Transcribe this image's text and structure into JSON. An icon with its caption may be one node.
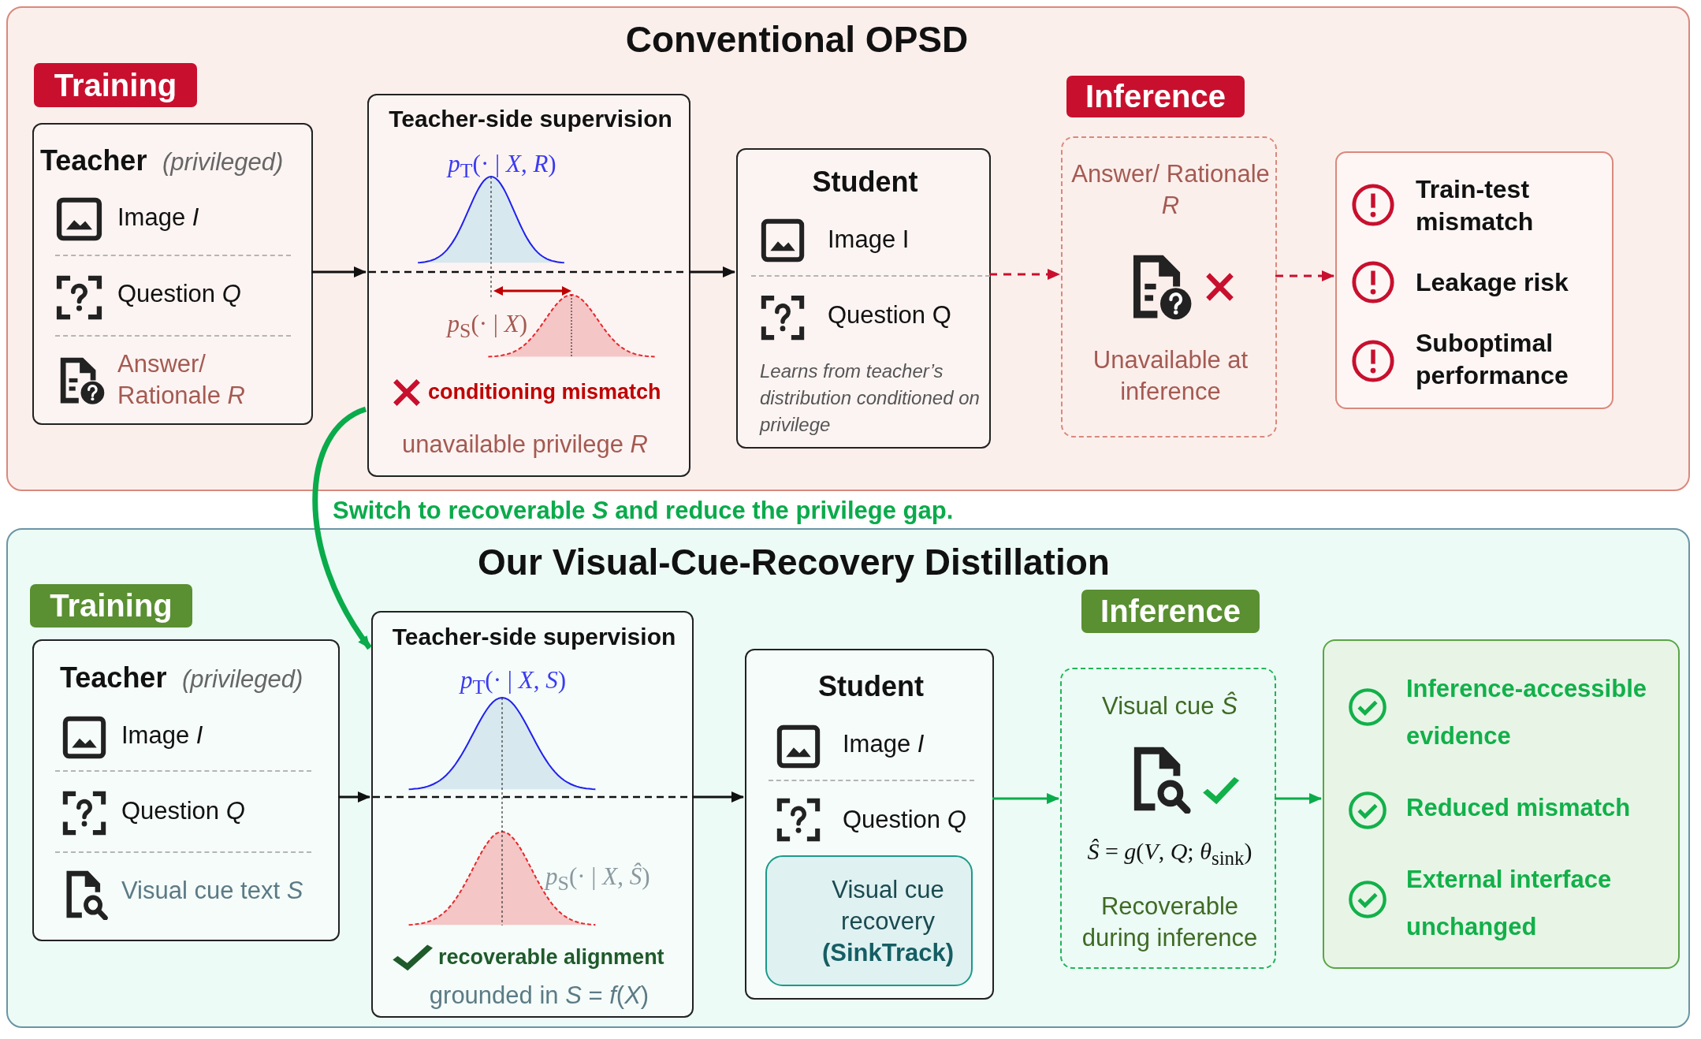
{
  "diagram": {
    "nodes": [
      {
        "text": [
          "Conventional OPSD"
        ]
      },
      {
        "text": [
          "Training"
        ],
        "in": 0
      },
      {
        "text": [
          "Teacher",
          "(privileged)",
          "Image *I*",
          "Question *Q*",
          "Answer/ Rationale *R*"
        ],
        "in": 0
      },
      {
        "text": [
          "Teacher-side supervision",
          "*p*$_{T}$(· | *X*, *R*)",
          "*p*$_{S}$(· | *X*)",
          "conditioning mismatch",
          "unavailable privilege *R*"
        ],
        "in": 0
      },
      {
        "text": [
          "Student",
          "Image I",
          "Question Q",
          "Learns from teacher’s distribution conditioned on privilege"
        ],
        "in": 0
      },
      {
        "text": [
          "Inference"
        ],
        "in": 0
      },
      {
        "text": [
          "Answer/ Rationale *R*",
          "Unavailable at inference"
        ],
        "in": 0
      },
      {
        "text": [
          "Train-test mismatch",
          "Leakage risk",
          "Suboptimal performance"
        ],
        "in": 0
      },
      {
        "text": [
          "Our Visual-Cue-Recovery Distillation"
        ]
      },
      {
        "text": [
          "Training"
        ],
        "in": 8
      },
      {
        "text": [
          "Teacher",
          "(privileged)",
          "Image *I*",
          "Question *Q*",
          "Visual cue text *S*"
        ],
        "in": 8
      },
      {
        "text": [
          "Teacher-side supervision",
          "*p*$_{T}$(· | *X*, *S*)",
          "*p*$_{S}$(· | *X*, *Ŝ*)",
          "recoverable alignment",
          "grounded in *S* = *f*(*X*)"
        ],
        "in": 8
      },
      {
        "text": [
          "Student",
          "Image *I*",
          "Question *Q*"
        ],
        "in": 8
      },
      {
        "text": [
          "Visual cue recovery **(SinkTrack)**"
        ],
        "in": 12
      },
      {
        "text": [
          "Inference"
        ],
        "in": 8
      },
      {
        "text": [
          "Visual cue *Ŝ*",
          "*Ŝ* = *g*(*V*, *Q*; *θ*$_{sink}$)",
          "Recoverable during inference"
        ],
        "in": 8
      },
      {
        "text": [
          "Inference-accessible evidence",
          "Reduced mismatch",
          "External interface unchanged"
        ],
        "in": 8
      }
    ],
    "edges": [
      {
        "from": 2,
        "to": 3,
        "arrow": "to"
      },
      {
        "from": 3,
        "to": 4,
        "arrow": "to"
      },
      {
        "from": 4,
        "to": 6,
        "arrow": "to",
        "style": "dashed",
        "color": "#c8102e"
      },
      {
        "from": 6,
        "to": 7,
        "arrow": "to",
        "style": "dashed",
        "color": "#c8102e"
      },
      {
        "from": 3,
        "to": 11,
        "arrow": "to",
        "style": "thick",
        "color": "#0aab4b",
        "label": "Switch to recoverable *S* and reduce the privilege gap."
      },
      {
        "from": 10,
        "to": 11,
        "arrow": "to"
      },
      {
        "from": 11,
        "to": 12,
        "arrow": "to"
      },
      {
        "from": 12,
        "to": 15,
        "arrow": "to",
        "color": "#0aab4b"
      },
      {
        "from": 15,
        "to": 16,
        "arrow": "to",
        "color": "#0aab4b"
      }
    ]
  }
}
